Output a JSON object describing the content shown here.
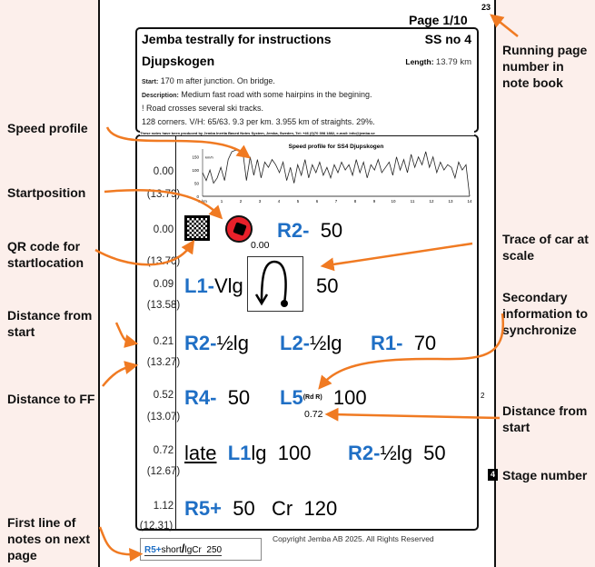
{
  "page": {
    "running_number": "23",
    "page_label": "Page 1/10",
    "stage_label": "SS no 4",
    "stage_number": "4",
    "side_mark": "2"
  },
  "header": {
    "title": "Jemba testrally for instructions",
    "stage_name": "Djupskogen",
    "length_label": "Length:",
    "length_value": "13.79 km",
    "start_label": "Start:",
    "start_value": "170 m after junction. On bridge.",
    "description_label": "Description:",
    "description_value": "Medium fast road with some hairpins in the begining.",
    "warning": "! Road crosses several ski tracks.",
    "stats": "128 corners. V/H: 65/63. 9.3 per km. 3.955 km of straights. 29%."
  },
  "notice": "These notes have been produced by Jemba Inertia Based Notes System, Jemba, Sweden, Tel: +46 (0)70 398 1882, e-mail: info@jemba.se",
  "chart_data": {
    "type": "line",
    "title": "Speed profile for SS4 Djupskogen",
    "ylabel": "km/h",
    "xlabel": "km",
    "ylim": [
      0,
      180
    ],
    "xlim": [
      0,
      14
    ],
    "yticks": [
      "0",
      "50",
      "100",
      "150"
    ],
    "xticks": [
      "0 km",
      "1",
      "2",
      "3",
      "4",
      "5",
      "6",
      "7",
      "8",
      "9",
      "10",
      "11",
      "12",
      "13",
      "14"
    ],
    "values": [
      90,
      60,
      100,
      50,
      70,
      110,
      60,
      140,
      170,
      175,
      175,
      170,
      60,
      150,
      80,
      140,
      70,
      130,
      110,
      140,
      120,
      90,
      130,
      60,
      110,
      50,
      120,
      80,
      140,
      70,
      120,
      90,
      130,
      80,
      110,
      70,
      120,
      90,
      130,
      100,
      120,
      80,
      140,
      90,
      130,
      70,
      120,
      100,
      140,
      90,
      110,
      130,
      80,
      150,
      100,
      140,
      90,
      160,
      110,
      150,
      120,
      170,
      110,
      150,
      90,
      130,
      100,
      120,
      110,
      70,
      130,
      100,
      120,
      0
    ]
  },
  "rows": [
    {
      "dist": "0.00",
      "ff": "(13.79)"
    },
    {
      "dist": "0.00",
      "ff": "(13.70)"
    },
    {
      "dist": "0.09",
      "ff": "(13.58)"
    },
    {
      "dist": "0.21",
      "ff": "(13.27)"
    },
    {
      "dist": "0.52",
      "ff": "(13.07)"
    },
    {
      "dist": "0.72",
      "ff": "(12.67)"
    },
    {
      "dist": "1.12",
      "ff": "(12.31)"
    }
  ],
  "notes": {
    "r1": {
      "a": "R2-",
      "b": "50",
      "start": "0.00"
    },
    "r2": {
      "a": "L1-",
      "a2": "Vlg",
      "b": "50"
    },
    "r3": {
      "a": "R2-",
      "a2": "½lg",
      "c": "L2-",
      "c2": "½lg",
      "d": "R1-",
      "e": "70"
    },
    "r4": {
      "a": "R4-",
      "b": "50",
      "c": "L5",
      "c2": "(Rd R)",
      "d": "100",
      "sub": "0.72"
    },
    "r5": {
      "a": "late",
      "b": "L1",
      "b2": "lg",
      "c": "100",
      "d": "R2-",
      "d2": "½lg",
      "e": "50"
    },
    "r6": {
      "a": "R5+",
      "b": "50",
      "c": "Cr",
      "d": "120"
    }
  },
  "next_line": {
    "a": "R5+",
    "b": "short",
    "c": "/",
    "d": "lgCr",
    "e": "250"
  },
  "copyright": "Copyright Jemba AB 2025. All Rights Reserved",
  "annotations": {
    "speed": "Speed profile",
    "startpos": "Startposition",
    "qr": "QR code for startlocation",
    "dist_start": "Distance from start",
    "dist_ff": "Distance to FF",
    "first_line": "First line of notes on next page",
    "running": "Running page number in note book",
    "trace": "Trace of car at scale",
    "secondary": "Secondary information to synchronize",
    "dist_start2": "Distance from start",
    "stage": "Stage number"
  },
  "colors": {
    "accent": "#1f6fc5",
    "arrow": "#f07a22",
    "marker": "#e8202a"
  }
}
